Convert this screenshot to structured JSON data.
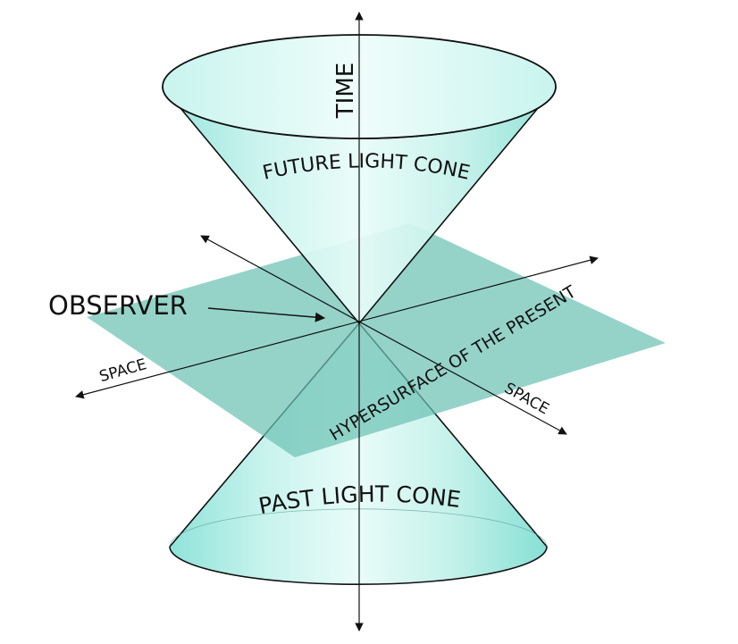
{
  "labels": {
    "time": "TIME",
    "future_cone": "FUTURE LIGHT CONE",
    "past_cone": "PAST LIGHT CONE",
    "observer": "OBSERVER",
    "hypersurface": "HYPERSURFACE OF THE PRESENT",
    "space_left": "SPACE",
    "space_right": "SPACE"
  },
  "colors": {
    "cone_light": "#e6fbf8",
    "cone_mid": "#b5ece4",
    "cone_dark": "#7fdcd2",
    "plane": "#6cc2b4",
    "stroke": "#111111"
  }
}
